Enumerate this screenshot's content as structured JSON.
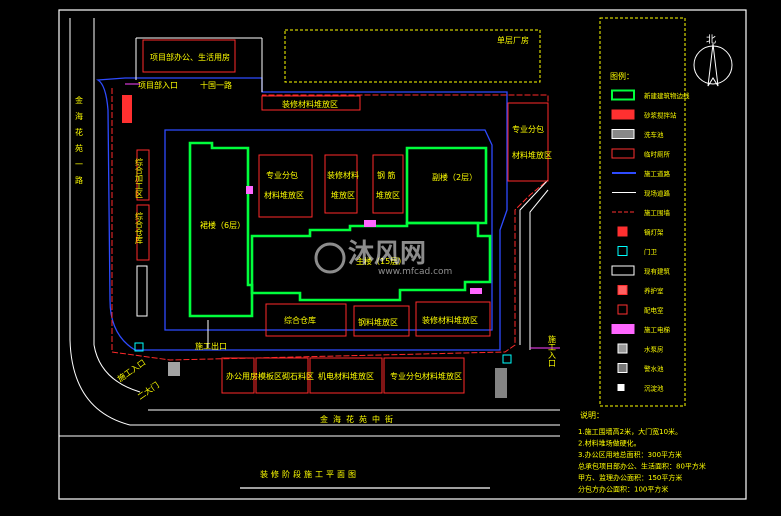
{
  "title": "装修阶段施工平面图",
  "streets": {
    "west": "金海花苑一路",
    "south": "金海花苑中街"
  },
  "zones": {
    "office": "项目部办公、生活用房",
    "factory": "单层厂房",
    "gate_top": "项目部入口",
    "gate_top2": "十国一路",
    "deco_top": "装修材料堆放区",
    "subcontract_right": "专业分包\n材料堆放区",
    "building_a": "裙楼（6层）",
    "building_b": "副楼（2层）",
    "main_building": "主楼（15层）",
    "mat1": "专业分包\n材料堆放区",
    "mat2": "装修材料\n堆放区",
    "mat3": "钢 筋\n堆放区",
    "warehouse": "综合仓库",
    "steel": "钢料堆放区",
    "deco_bottom": "装修材料堆放区",
    "left1": "综合加工区",
    "left2": "综合仓库",
    "exit_left": "施工出口",
    "bottom1": "办公用房",
    "bottom2": "模板区",
    "bottom3": "砌石料区",
    "bottom4": "机电材料堆放区",
    "bottom5": "专业分包材料堆放区",
    "entry_right": "施工入口",
    "entry_sw": "施工入口",
    "gate_sw": "二大门"
  },
  "north": "北",
  "legend": {
    "heading": "图例：",
    "items": [
      "新建建筑物边线",
      "砂浆搅拌站",
      "洗车池",
      "临时厕所",
      "施工道路",
      "现场道路",
      "施工围墙",
      "镝灯架",
      "门卫",
      "现有建筑",
      "养护室",
      "配电室",
      "施工电梯",
      "水泵房",
      "警水池",
      "沉淀池"
    ]
  },
  "notes": {
    "heading": "说明：",
    "lines": [
      "1.施工围墙高2米，大门宽10米。",
      "2.材料堆场做硬化。",
      "3.办公区用地总面积：300平方米",
      "  总承包项目部办公、生活面积：80平方米",
      "  甲方、监理办公面积：150平方米",
      "  分包方办公面积：100平方米"
    ]
  },
  "watermark": {
    "brand": "沐风网",
    "url": "www.mfcad.com"
  }
}
